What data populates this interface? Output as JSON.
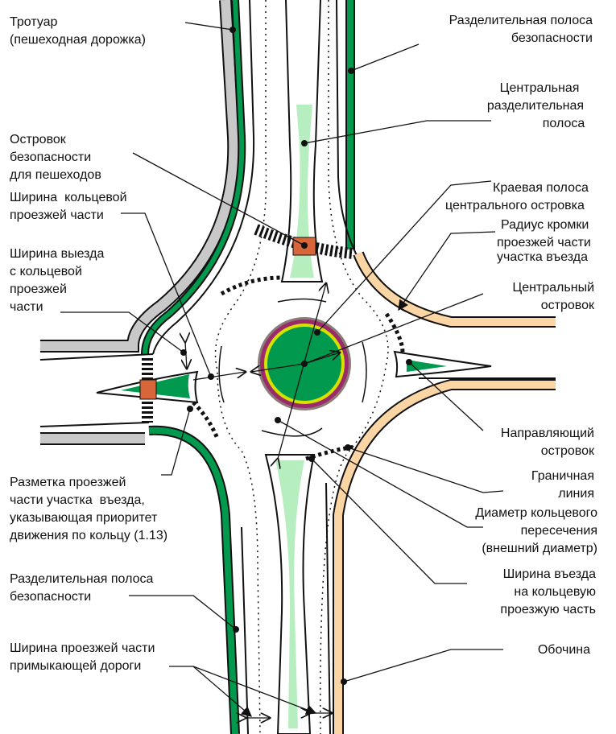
{
  "colors": {
    "green": "#00994d",
    "light_green": "#b7eec0",
    "sidewalk": "#c8c8c8",
    "shoulder": "#fbd6a4",
    "crossing": "#d9663a",
    "ring_outer": "#8c7b78",
    "ring_purple": "#9b2a6a",
    "ring_yellow": "#d6e100"
  },
  "labels": {
    "sidewalk": [
      "Тротуар",
      "(пешеходная дорожка)"
    ],
    "safety_strip_top": [
      "Разделительная полоса",
      "безопасности"
    ],
    "central_median": [
      "Центральная",
      "разделительная",
      "полоса"
    ],
    "pedestrian_island": [
      "Островок",
      "безопасности",
      "для пешеходов"
    ],
    "ring_width": [
      "Ширина  кольцевой",
      "проезжей части"
    ],
    "exit_width": [
      "Ширина выезда",
      "с кольцевой",
      "проезжей",
      "части"
    ],
    "central_edge_strip": [
      "Краевая полоса",
      "центрального островка"
    ],
    "entry_radius": [
      "Радиус кромки",
      "проезжей части",
      "участка въезда"
    ],
    "central_island": [
      "Центральный",
      "островок"
    ],
    "splitter_island": [
      "Направляющий",
      "островок"
    ],
    "boundary_line": [
      "Граничная",
      "линия"
    ],
    "diameter": [
      "Диаметр кольцевого",
      "пересечения",
      "(внешний диаметр)"
    ],
    "entry_width": [
      "Ширина въезда",
      "на кольцевую",
      "проезжую часть"
    ],
    "shoulder": [
      "Обочина"
    ],
    "marking": [
      "Разметка проезжей",
      "части участка  въезда,",
      "указывающая приоритет",
      "движения по кольцу (1.13)"
    ],
    "safety_strip_bottom": [
      "Разделительная полоса",
      "безопасности"
    ],
    "approach_width": [
      "Ширина проезжей части",
      "примыкающей дороги"
    ]
  }
}
